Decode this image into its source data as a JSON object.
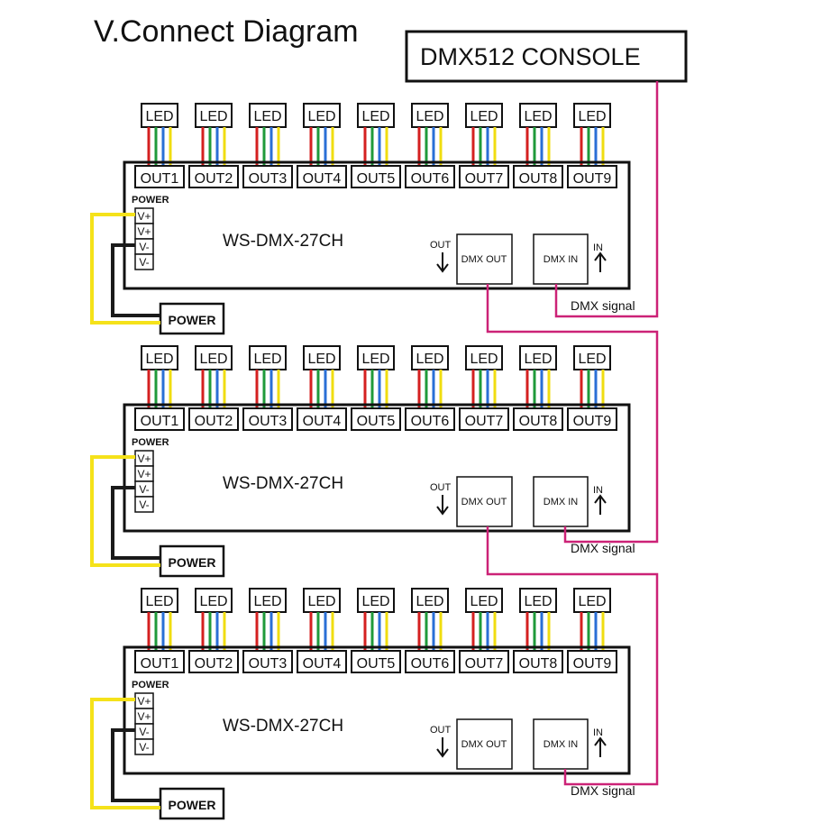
{
  "title": "V.Connect Diagram",
  "console_label": "DMX512 CONSOLE",
  "led_label": "LED",
  "outputs": [
    "OUT1",
    "OUT2",
    "OUT3",
    "OUT4",
    "OUT5",
    "OUT6",
    "OUT7",
    "OUT8",
    "OUT9"
  ],
  "power_header": "POWER",
  "terminals": [
    "V+",
    "V+",
    "V-",
    "V-"
  ],
  "device_model": "WS-DMX-27CH",
  "dmx_out_label": "DMX OUT",
  "dmx_in_label": "DMX IN",
  "out_caption": "OUT",
  "in_caption": "IN",
  "power_supply_label": "POWER",
  "signal_label": "DMX  signal",
  "units": 3,
  "colors": {
    "signal_wire": "#cc2277",
    "power_positive_wire": "#f5e21a",
    "power_negative_wire": "#1a1a1a",
    "led_wire_red": "#d42020",
    "led_wire_green": "#1f9a3a",
    "led_wire_blue": "#2a6fd6",
    "led_wire_yellow": "#f0dd10"
  }
}
